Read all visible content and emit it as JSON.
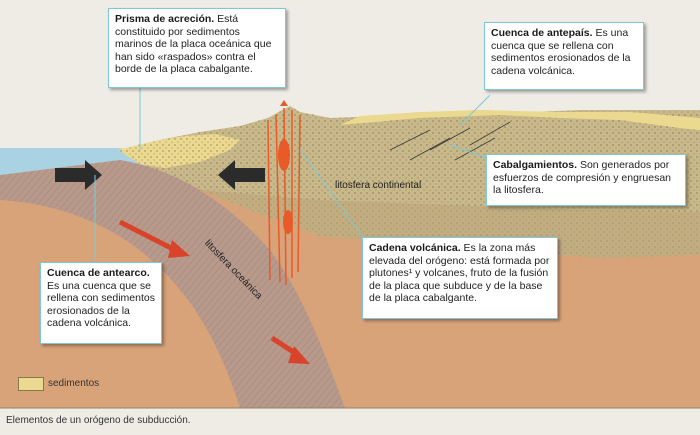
{
  "callouts": {
    "prisma": {
      "title": "Prisma de acreción.",
      "text": "Está constituido por sedimentos marinos de la placa oceánica que han sido «raspados» contra el borde de la placa cabalgante."
    },
    "antepais": {
      "title": "Cuenca de antepaís.",
      "text": "Es una cuenca que se rellena con sedimentos erosionados de la cadena volcánica."
    },
    "cabalgamientos": {
      "title": "Cabalgamientos.",
      "text": "Son generados por esfuerzos de compresión y engruesan la litosfera."
    },
    "cadena": {
      "title": "Cadena volcánica.",
      "text": "Es la zona más elevada del orógeno: está formada por plutones¹ y volcanes, fruto de la fusión de la placa que subduce y de la base de la placa cabalgante."
    },
    "antearco": {
      "title": "Cuenca de antearco.",
      "text": "Es una cuenca que se rellena con sedimentos erosionados de la cadena volcánica."
    }
  },
  "labels": {
    "continental": "litosfera continental",
    "oceanica": "litosfera oceánica"
  },
  "legend": {
    "sediments": "sedimentos"
  },
  "caption": "Elementos de un orógeno de subducción.",
  "colors": {
    "sky": "#efece6",
    "water": "#a9d3e2",
    "continental_crust": "#c9b98a",
    "sediments": "#ecd990",
    "oceanic_plate": "#b89a8c",
    "mantle": "#d9a37a",
    "magma": "#e85a2a",
    "callout_border": "#7ec8d8"
  }
}
